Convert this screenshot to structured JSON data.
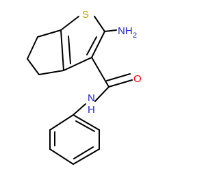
{
  "molecule": {
    "labels": {
      "sulfur": "S",
      "amine_n": "NH",
      "amine_sub": "2",
      "oxygen": "O",
      "amide_n": "N",
      "amide_h": "H"
    },
    "colors": {
      "bond": "#000000",
      "sulfur": "#c8a400",
      "nitrogen": "#2222cc",
      "oxygen": "#ff0000"
    }
  }
}
